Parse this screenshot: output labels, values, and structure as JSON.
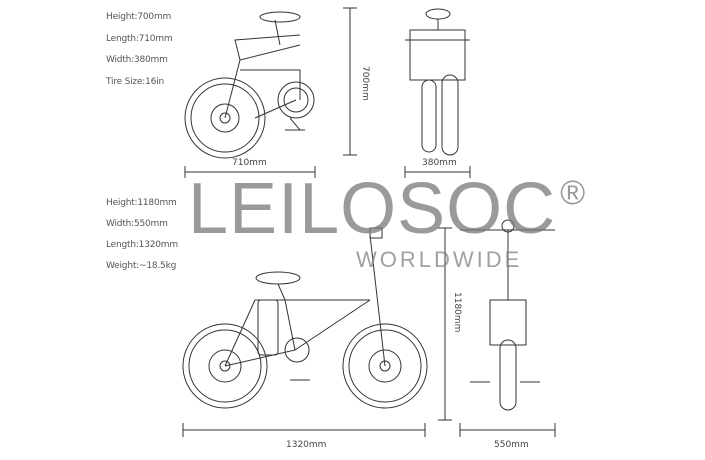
{
  "folded": {
    "specs": [
      "Height:700mm",
      "Length:710mm",
      "Width:380mm",
      "Tire Size:16in"
    ],
    "dim_height": "700mm",
    "dim_length": "710mm",
    "dim_width": "380mm"
  },
  "unfolded": {
    "specs": [
      "Height:1180mm",
      "Width:550mm",
      "Length:1320mm",
      "Weight:~18.5kg"
    ],
    "dim_height": "1180mm",
    "dim_length": "1320mm",
    "dim_width": "550mm"
  },
  "watermark": {
    "brand": "LEILOSOC",
    "registered": "®",
    "sub": "WORLDWIDE"
  }
}
